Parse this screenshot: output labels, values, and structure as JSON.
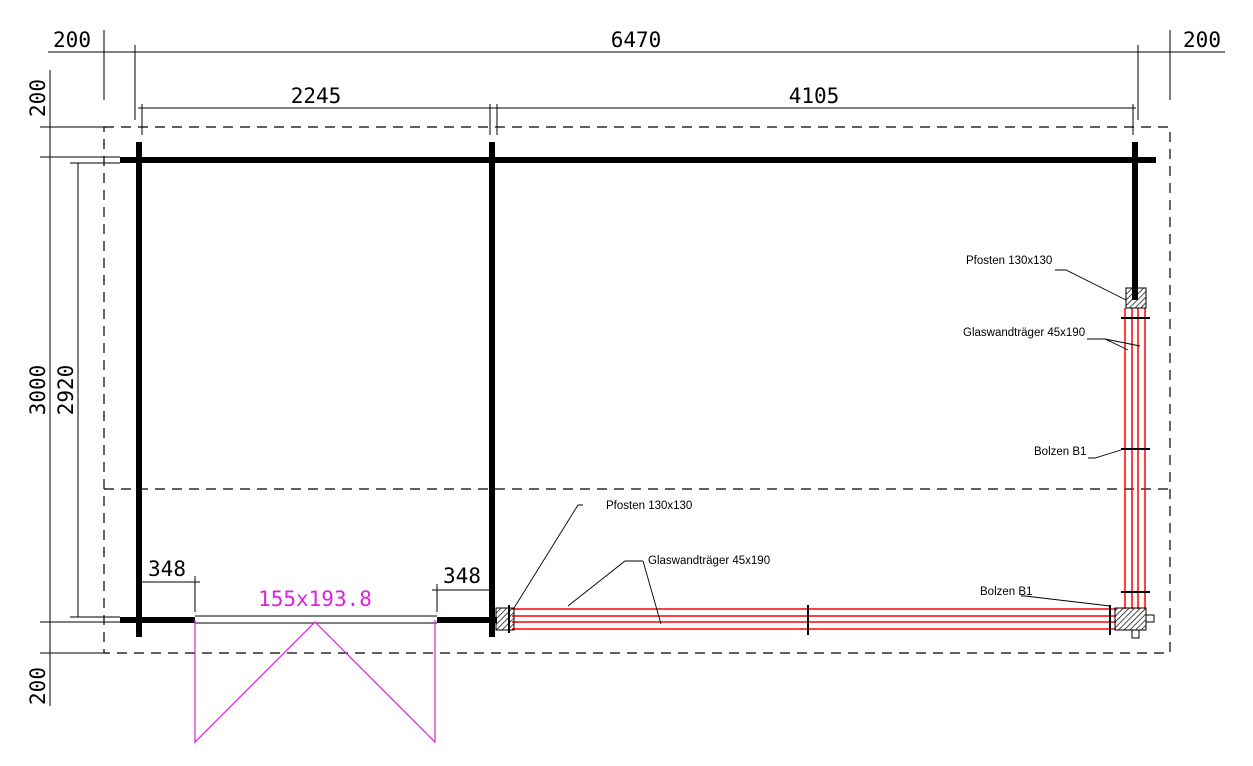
{
  "dimensions": {
    "top_left_margin": "200",
    "total_length": "6470",
    "top_right_margin": "200",
    "left_room": "2245",
    "right_room": "4105",
    "left_top_margin": "200",
    "total_depth": "3000",
    "inner_depth": "2920",
    "left_bottom_margin": "200",
    "door_offset_left": "348",
    "door_offset_right": "348"
  },
  "door": {
    "size": "155x193.8",
    "color": "#e020e0"
  },
  "labels": {
    "post_right": "Pfosten 130x130",
    "beam_right": "Glaswandträger 45x190",
    "bolt_right": "Bolzen B1",
    "post_bottom": "Pfosten 130x130",
    "beam_bottom": "Glaswandträger 45x190",
    "bolt_corner": "Bolzen B1"
  },
  "colors": {
    "beam": "#ff0000",
    "wall": "#000000",
    "door": "#e020e0"
  }
}
